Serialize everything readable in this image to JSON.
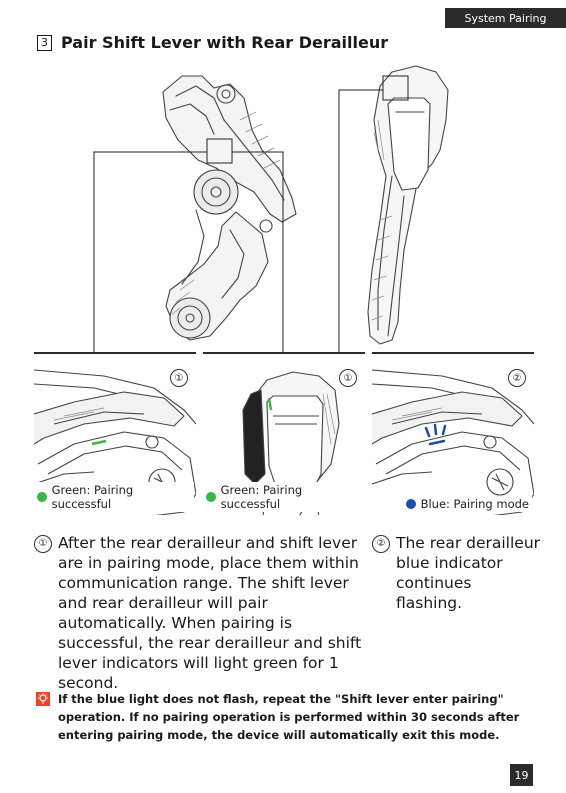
{
  "header": {
    "tab_label": "System Pairing"
  },
  "section": {
    "number": "3",
    "title": "Pair Shift Lever with Rear Derailleur"
  },
  "panels": [
    {
      "badge": "①",
      "caption": "Green: Pairing successful",
      "dot_color": "#3cb54a"
    },
    {
      "badge": "①",
      "caption": "Green: Pairing successful",
      "dot_color": "#3cb54a"
    },
    {
      "badge": "②",
      "caption": "Blue: Pairing mode",
      "dot_color": "#1f4fa3"
    }
  ],
  "steps": [
    {
      "marker": "①",
      "text": "After the rear derailleur and shift lever are in pairing mode, place them within communication range. The shift lever and rear derailleur will pair automatically. When pairing is successful, the rear derailleur and shift lever indicators will light green for 1 second."
    },
    {
      "marker": "②",
      "text": "The rear derailleur blue indicator continues flashing."
    }
  ],
  "note": {
    "icon": "warning-bulb-icon",
    "text": "If the blue light does not flash, repeat the \"Shift lever enter pairing\" operation. If no pairing operation is performed within 30 seconds after entering pairing mode, the device will automatically exit this mode."
  },
  "footer": {
    "page_number": "19"
  },
  "colors": {
    "accent_dark": "#2b2b2b",
    "green": "#3cb54a",
    "blue": "#1f4fa3",
    "warning": "#e8452c"
  }
}
